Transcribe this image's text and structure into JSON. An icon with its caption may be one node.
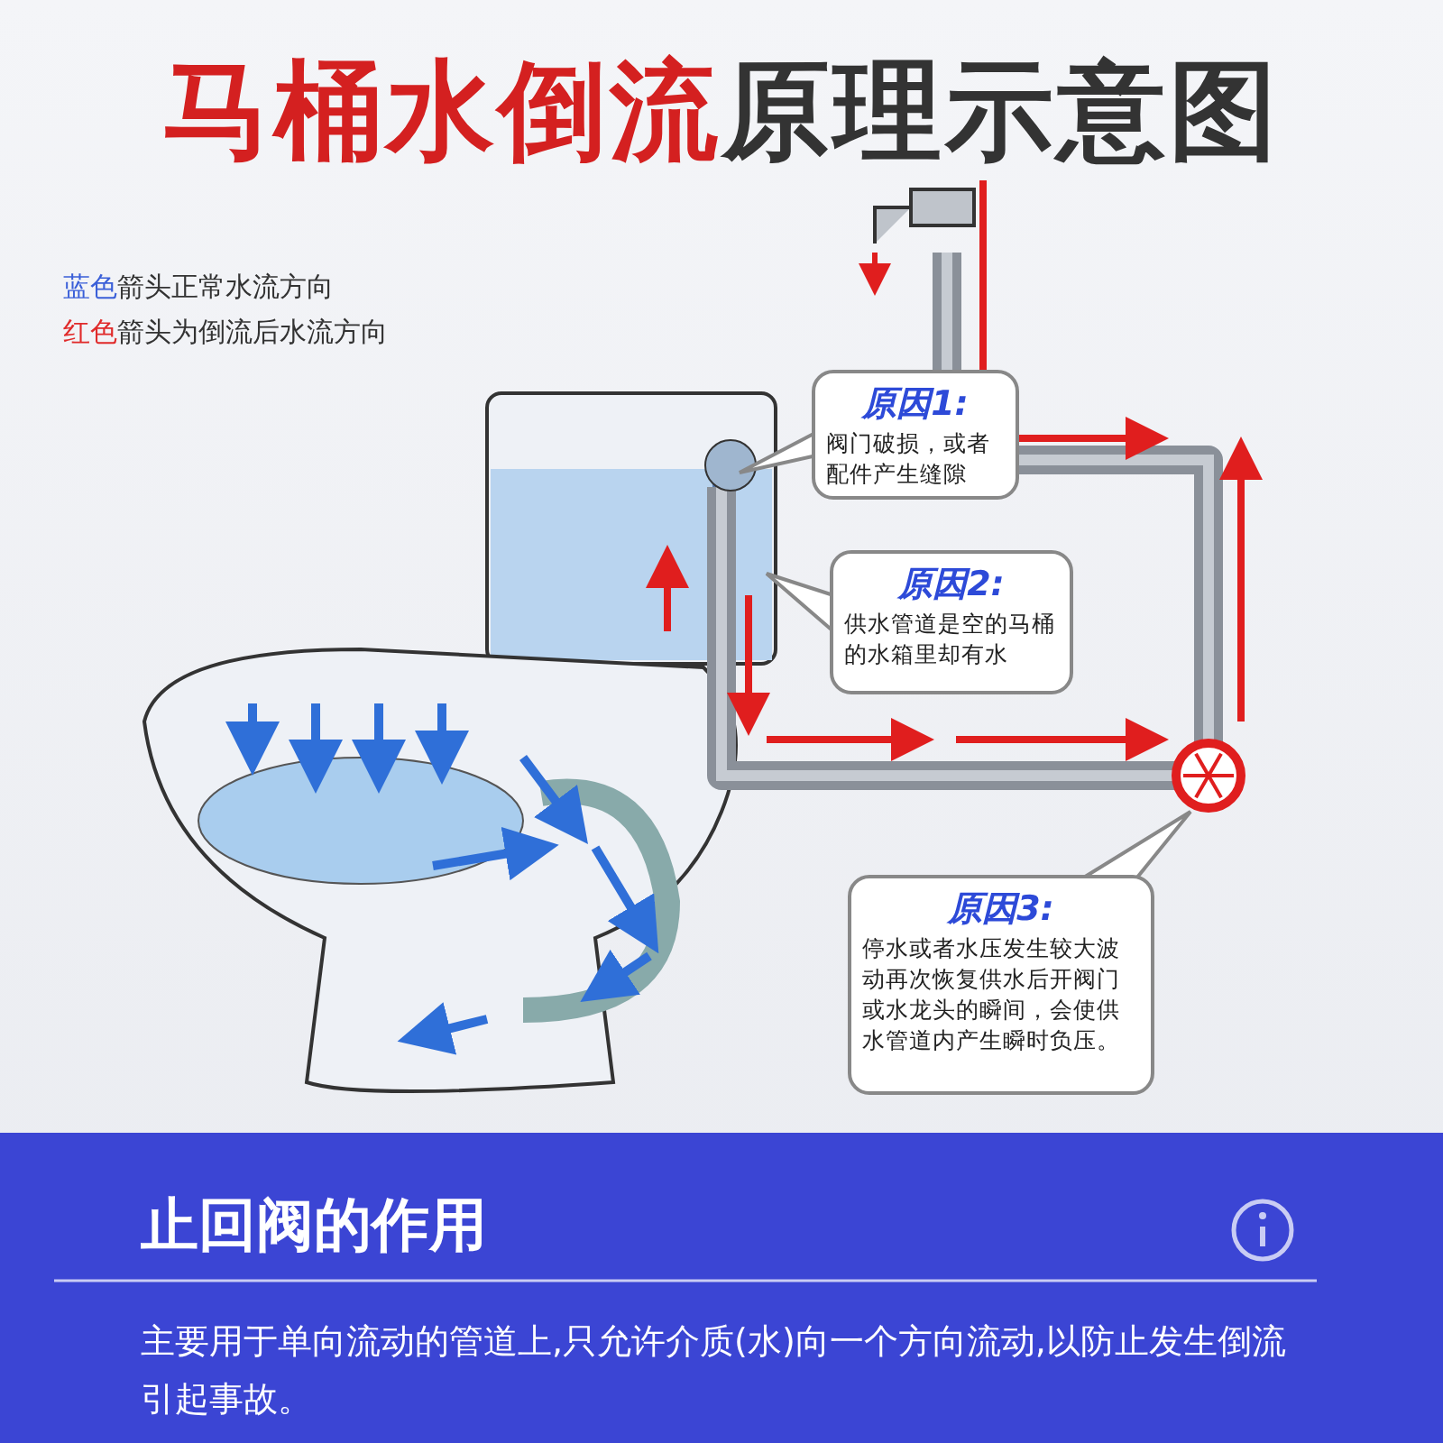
{
  "diagram": {
    "title": "**马桶水倒流**原理示意图",
    "nodes": [
      {
        "text": [
          "原因1:",
          "阀门破损，或者配件产生缝隙"
        ]
      },
      {
        "text": [
          "原因2:",
          "供水管道是空的马桶的水箱里却有水"
        ]
      },
      {
        "text": [
          "原因3:",
          "停水或者水压发生较大波动再次恢复供水后开阀门或水龙头的瞬间，会使供水管道内产生瞬时负压。"
        ]
      },
      {
        "text": [
          "止回阀的作用",
          "主要用于单向流动的管道上,只允许介质(水)向一个方向流动,以防止发生倒流引起事故。"
        ]
      }
    ],
    "edges": [],
    "labels": [
      "**蓝色**箭头正常水流方向",
      "**红色**箭头为倒流后水流方向"
    ]
  }
}
